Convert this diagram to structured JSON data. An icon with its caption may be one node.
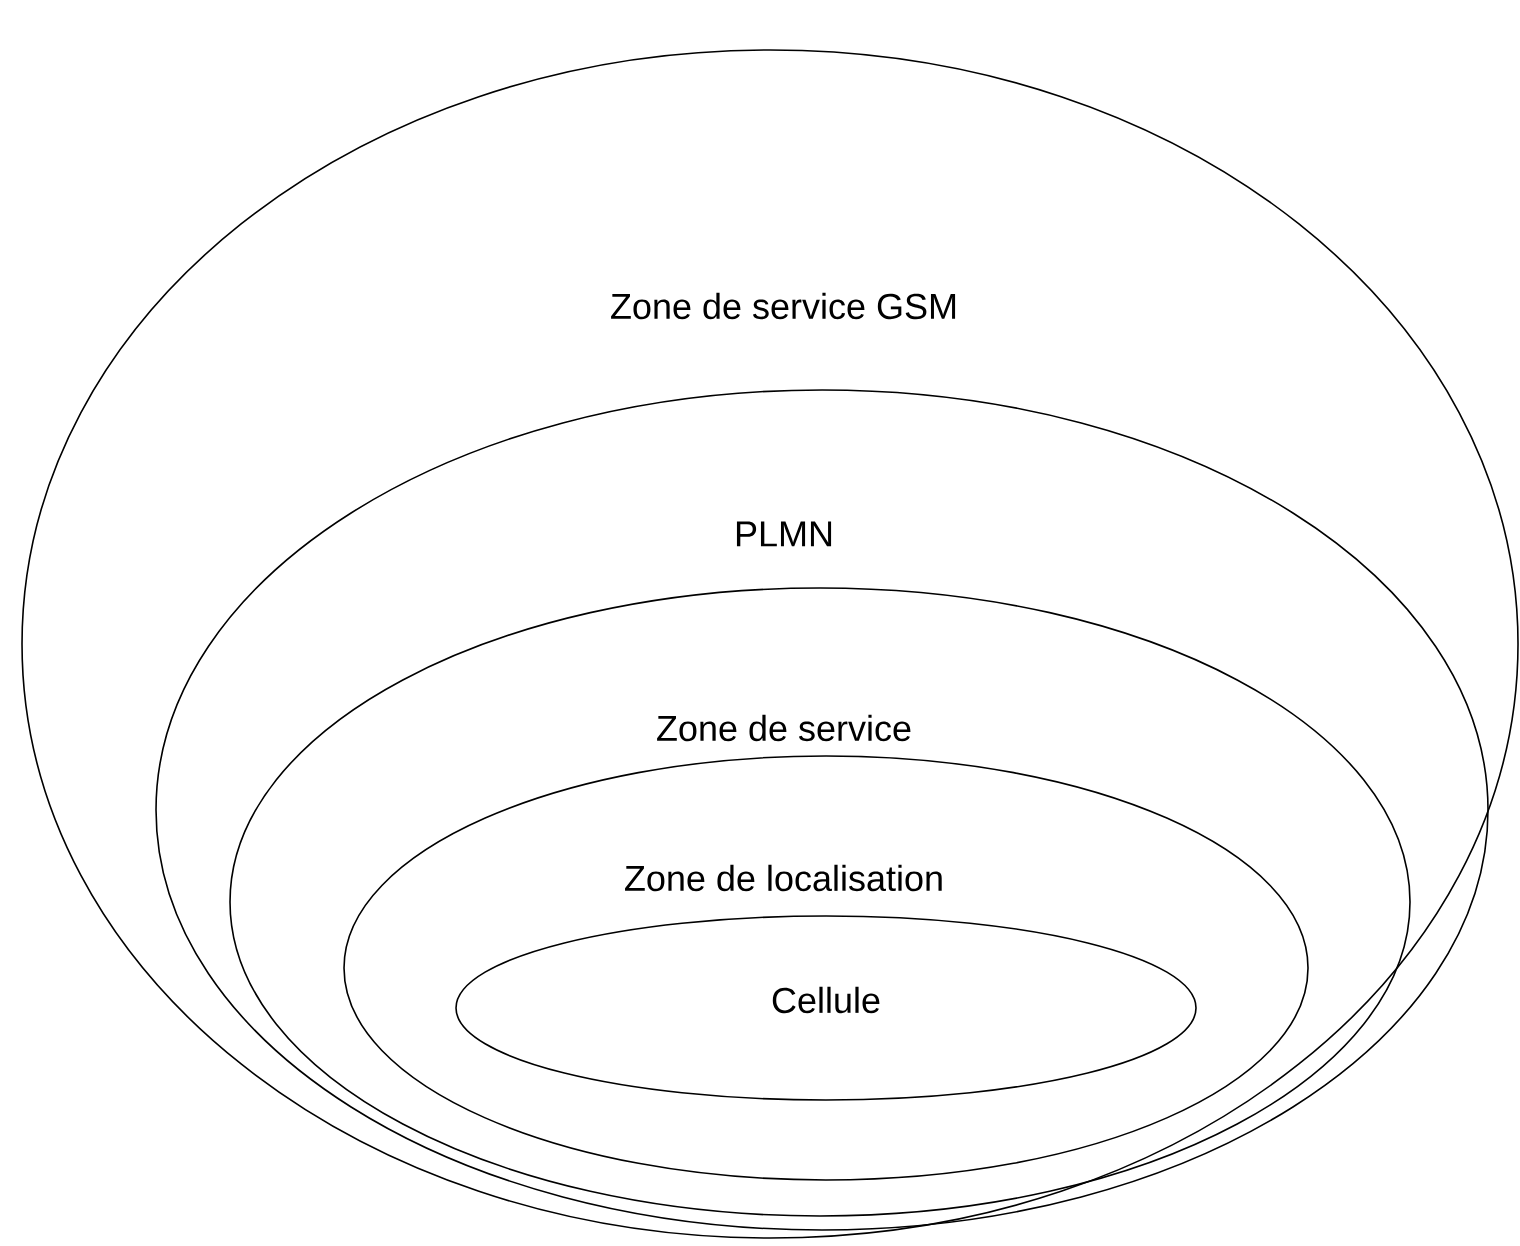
{
  "diagram": {
    "nodes": [
      {
        "text": [
          "Zone de service GSM"
        ]
      },
      {
        "text": [
          "PLMN"
        ],
        "in": 0
      },
      {
        "text": [
          "Zone de service"
        ],
        "in": 1
      },
      {
        "text": [
          "Zone de localisation"
        ],
        "in": 2
      },
      {
        "text": [
          "Cellule"
        ],
        "in": 3
      }
    ]
  }
}
